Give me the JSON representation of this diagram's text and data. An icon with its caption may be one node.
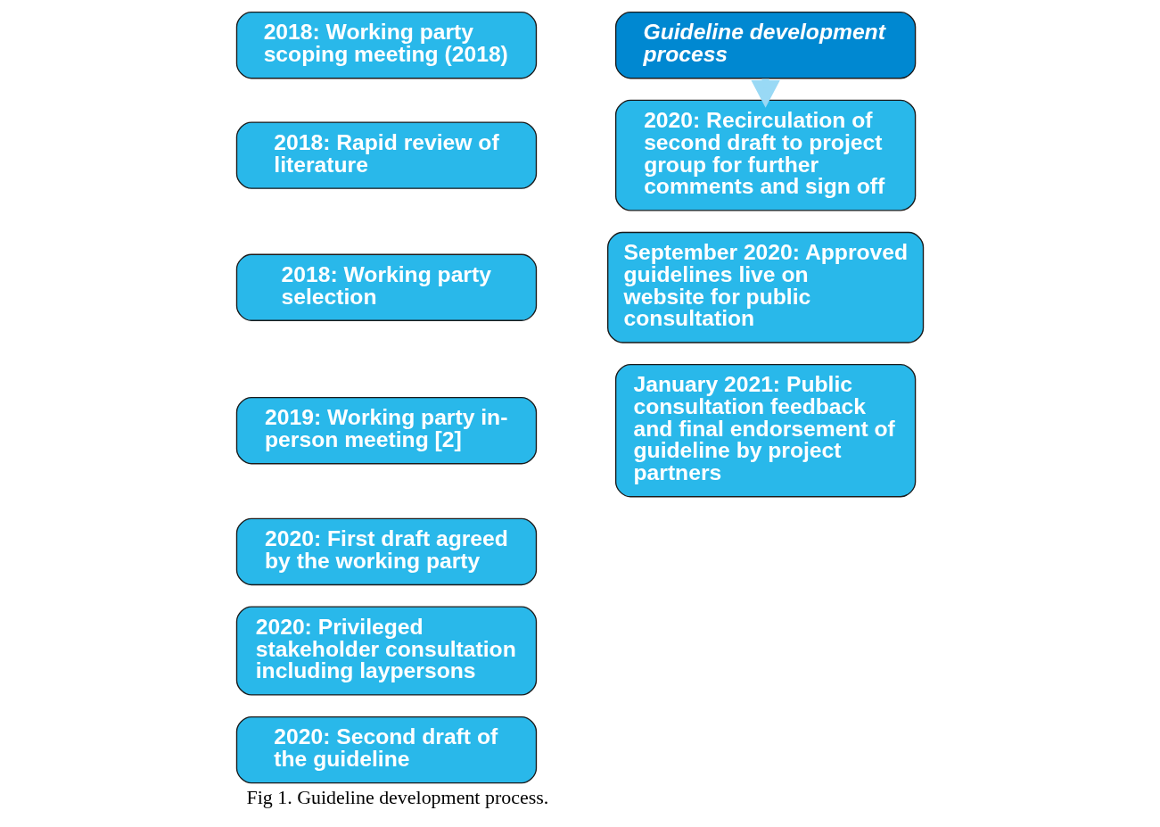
{
  "diagram": {
    "caption": "Fig 1. Guideline development process.",
    "nodes": [
      {
        "text": [
          "2018: Working party scoping meeting (2018)"
        ]
      },
      {
        "text": [
          "2018: Rapid review of literature"
        ]
      },
      {
        "text": [
          "2018: Working party selection"
        ]
      },
      {
        "text": [
          "2019: Working party in-person meeting [2]"
        ]
      },
      {
        "text": [
          "2020: First draft agreed by the working party"
        ]
      },
      {
        "text": [
          "2020: Privileged stakeholder consultation including laypersons"
        ]
      },
      {
        "text": [
          "2020: Second draft of the guideline"
        ]
      },
      {
        "text": [
          "Guideline development process"
        ]
      },
      {
        "text": [
          "2020: Recirculation of second draft to project group for further comments and sign off"
        ]
      },
      {
        "text": [
          "September 2020: Approved guidelines live on website for public consultation"
        ]
      },
      {
        "text": [
          "January 2021: Public consultation feedback and final endorsement of guideline by project partners"
        ]
      }
    ],
    "edges": [
      {
        "from": 7,
        "to": 8,
        "arrow": "to"
      }
    ]
  }
}
